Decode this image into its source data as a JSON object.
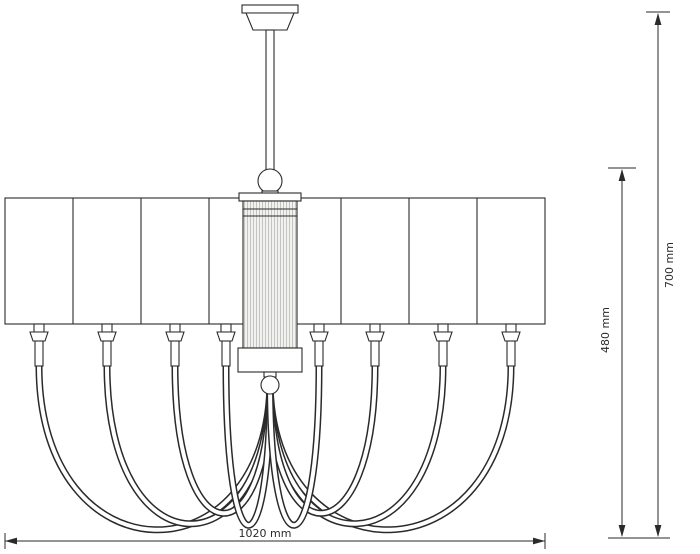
{
  "dimensions": {
    "overall_height": {
      "label": "700 mm"
    },
    "body_height": {
      "label": "480 mm"
    },
    "width": {
      "label": "1020 mm"
    }
  },
  "colors": {
    "line": "#2a2a2a",
    "background": "#ffffff",
    "column_shading": "#b9b9b6"
  }
}
